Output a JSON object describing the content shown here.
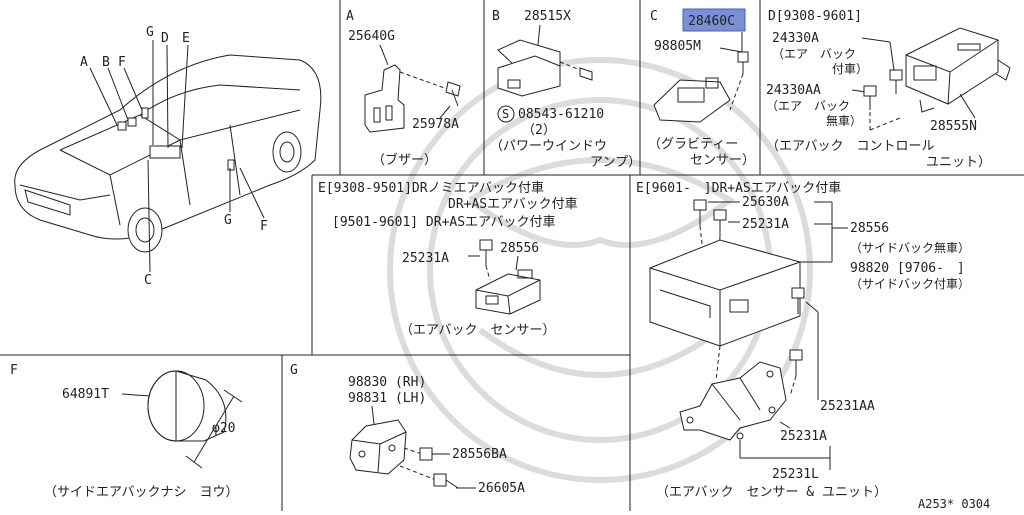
{
  "footer": {
    "code": "A253* 0304"
  },
  "panels": {
    "A": {
      "letter": "A",
      "parts": [
        "25640G",
        "25978A"
      ],
      "caption": "（ブザー）"
    },
    "B": {
      "letter": "B",
      "parts": [
        "28515X",
        "08543-61210",
        "（2）"
      ],
      "screw_symbol": "S",
      "caption": [
        "（パワーウインドウ",
        "アンプ）"
      ]
    },
    "C": {
      "letter": "C",
      "parts": [
        "28460C",
        "98805M"
      ],
      "highlight_color": "#7a8fd4",
      "caption": [
        "（グラビティー",
        "センサー）"
      ]
    },
    "D": {
      "heading": "D[9308-9601]",
      "parts": [
        "24330A",
        "24330AA",
        "28555N"
      ],
      "notes": [
        "（エア　バック",
        "付車）",
        "（エア　バック",
        "無車）"
      ],
      "caption": [
        "（エアバック　コントロール",
        "ユニット）"
      ]
    },
    "E1": {
      "headings": [
        "E[9308-9501]DRノミエアバック付車",
        "DR+ASエアバック付車",
        "[9501-9601] DR+ASエアバック付車"
      ],
      "parts": [
        "25231A",
        "28556"
      ],
      "caption": "（エアバック　センサー）"
    },
    "E2": {
      "heading": "E[9601-　]DR+ASエアバック付車",
      "parts": [
        "25630A",
        "25231A",
        "28556",
        "98820 [9706-　]",
        "25231AA",
        "25231A",
        "25231L"
      ],
      "notes": [
        "（サイドバック無車）",
        "（サイドバック付車）"
      ],
      "caption": "（エアバック　センサー & ユニット）"
    },
    "F": {
      "letter": "F",
      "parts": [
        "64891T"
      ],
      "dimension": "φ20",
      "caption": "（サイドエアバックナシ　ヨウ）"
    },
    "G": {
      "letter": "G",
      "parts": [
        "98830 (RH)",
        "98831 (LH)",
        "28556BA",
        "26605A"
      ]
    },
    "car": {
      "callouts": [
        "A",
        "B",
        "F",
        "G",
        "D",
        "E",
        "G",
        "F",
        "C"
      ]
    }
  }
}
